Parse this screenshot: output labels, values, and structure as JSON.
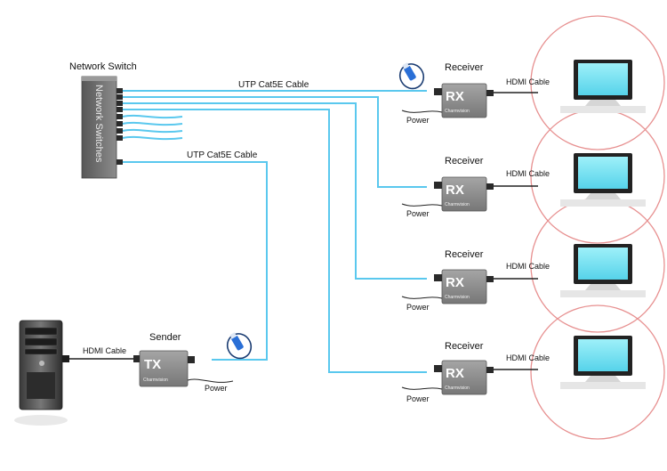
{
  "network_switch": {
    "title": "Network Switch",
    "body_text": "Network Switches"
  },
  "cables": {
    "uplink_label": "UTP Cat5E Cable",
    "sender_link_label": "UTP Cat5E Cable"
  },
  "sender": {
    "title": "Sender",
    "device_code": "TX",
    "brand": "Charmvision",
    "hdmi_label": "HDMI Cable",
    "power_label": "Power"
  },
  "receivers": [
    {
      "title": "Receiver",
      "device_code": "RX",
      "brand": "Charmvision",
      "hdmi_label": "HDMI Cable",
      "power_label": "Power"
    },
    {
      "title": "Receiver",
      "device_code": "RX",
      "brand": "Charmvision",
      "hdmi_label": "HDMI Cable",
      "power_label": "Power"
    },
    {
      "title": "Receiver",
      "device_code": "RX",
      "brand": "Charmvision",
      "hdmi_label": "HDMI Cable",
      "power_label": "Power"
    },
    {
      "title": "Receiver",
      "device_code": "RX",
      "brand": "Charmvision",
      "hdmi_label": "HDMI Cable",
      "power_label": "Power"
    }
  ],
  "colors": {
    "cable_blue": "#5ac8ee",
    "switch_gray": "#6f6f6f",
    "device_gray": "#8a8a8a",
    "screen_cyan": "#7de3f2",
    "circle_red": "#e79090"
  }
}
